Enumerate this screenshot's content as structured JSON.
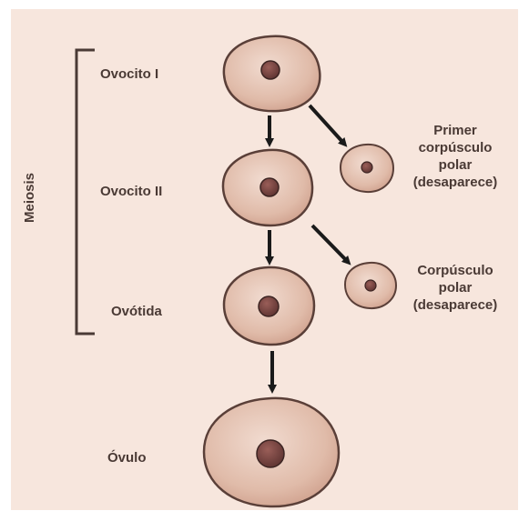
{
  "bracket_label": "Meiosis",
  "stages": [
    {
      "label": "Ovocito I"
    },
    {
      "label": "Ovocito II"
    },
    {
      "label": "Ovótida"
    },
    {
      "label": "Óvulo"
    }
  ],
  "polar_bodies": [
    {
      "lines": [
        "Primer",
        "corpúsculo",
        "polar",
        "(desaparece)"
      ]
    },
    {
      "lines": [
        "Corpúsculo",
        "polar",
        "(desaparece)"
      ]
    }
  ],
  "colors": {
    "background": "#f7e6dd",
    "cell_fill": "#e2bfae",
    "cell_outline": "#5a3f38",
    "nucleus": "#7a4a45",
    "text": "#4a3a35",
    "arrow": "#1a1a1a"
  }
}
